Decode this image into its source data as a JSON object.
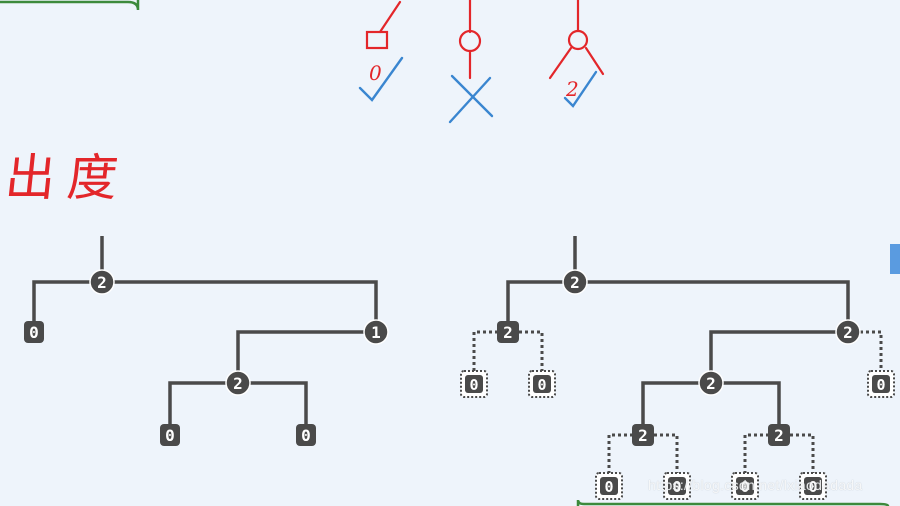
{
  "annotations": {
    "title": "出度",
    "degree_labels": [
      "0",
      "2"
    ],
    "watermark": "https://blog.csdn.net/lxiaodadada"
  },
  "icons": [
    "square-leaf-icon",
    "circle-node-icon",
    "full-node-icon",
    "check-icon",
    "cross-icon"
  ],
  "colors": {
    "background": "#eef4fb",
    "tree_line": "#4a4a4a",
    "node_fill": "#4a4a4a",
    "handwriting_red": "#e3262a",
    "handwriting_blue": "#3a86d0",
    "frame_green": "#3c8a3c",
    "dotted_null": "#4a4a4a"
  },
  "left_tree": {
    "nodes": [
      {
        "id": "r",
        "label": "2"
      },
      {
        "id": "a",
        "label": "0"
      },
      {
        "id": "b",
        "label": "1"
      },
      {
        "id": "c",
        "label": "2"
      },
      {
        "id": "d",
        "label": "0"
      },
      {
        "id": "e",
        "label": "0"
      }
    ]
  },
  "right_tree": {
    "nodes": [
      {
        "id": "r",
        "label": "2"
      },
      {
        "id": "a",
        "label": "2"
      },
      {
        "id": "b",
        "label": "2"
      },
      {
        "id": "a1",
        "label": "0"
      },
      {
        "id": "a2",
        "label": "0"
      },
      {
        "id": "c",
        "label": "2"
      },
      {
        "id": "b2",
        "label": "0"
      },
      {
        "id": "c1",
        "label": "2"
      },
      {
        "id": "c2",
        "label": "2"
      },
      {
        "id": "d1",
        "label": "0"
      },
      {
        "id": "d2",
        "label": "0"
      },
      {
        "id": "d3",
        "label": "0"
      },
      {
        "id": "d4",
        "label": "0"
      }
    ]
  }
}
